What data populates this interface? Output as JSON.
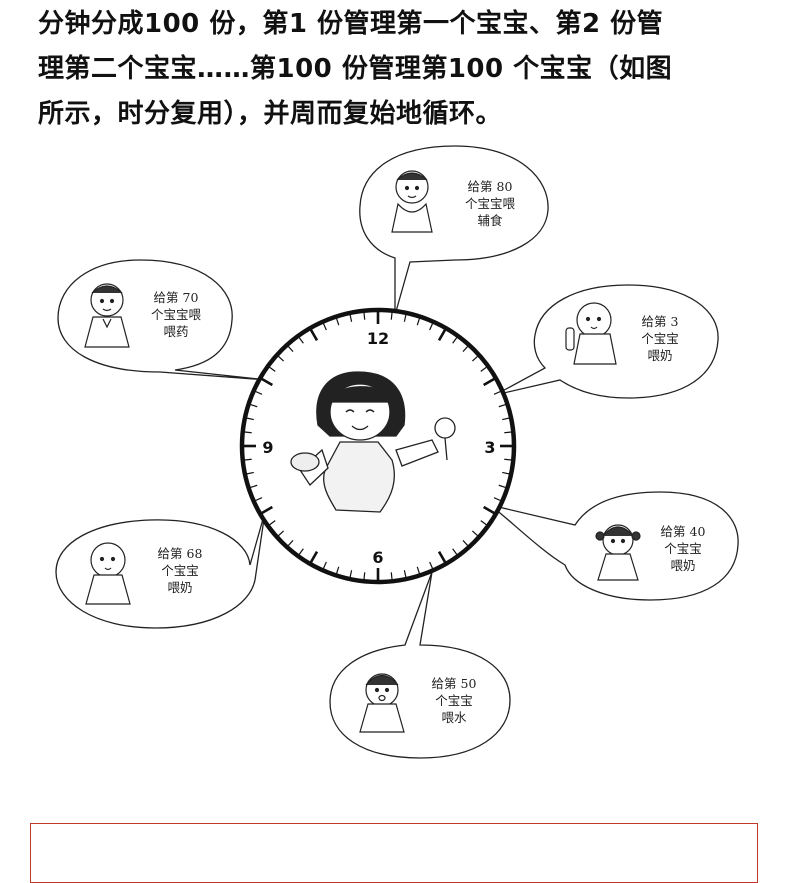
{
  "text": {
    "line1": "分钟分成100 份，第1 份管理第一个宝宝、第2 份管",
    "line2": "理第二个宝宝……第100 份管理第100 个宝宝（如图",
    "line3": "所示，时分复用），并周而复始地循环。"
  },
  "clock": {
    "numbers": [
      "12",
      "3",
      "6",
      "9"
    ]
  },
  "bubbles": [
    {
      "id": "80",
      "lines": [
        "给第 80",
        "个宝宝喂",
        "辅食"
      ]
    },
    {
      "id": "70",
      "lines": [
        "给第 70",
        "个宝宝喂",
        "喂药"
      ]
    },
    {
      "id": "3",
      "lines": [
        "给第 3",
        "个宝宝",
        "喂奶"
      ]
    },
    {
      "id": "40",
      "lines": [
        "给第 40",
        "个宝宝",
        "喂奶"
      ]
    },
    {
      "id": "68",
      "lines": [
        "给第 68",
        "个宝宝",
        "喂奶"
      ]
    },
    {
      "id": "50",
      "lines": [
        "给第 50",
        "个宝宝",
        "喂水"
      ]
    }
  ],
  "colors": {
    "frame_border": "#c0392b",
    "ink": "#111111"
  }
}
